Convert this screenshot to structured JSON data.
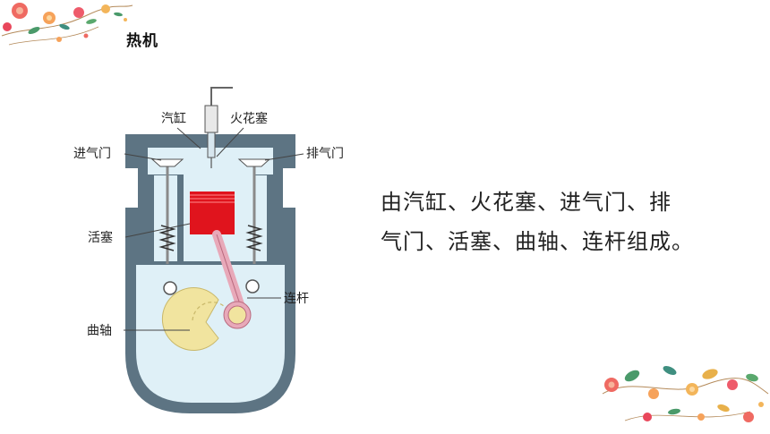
{
  "slide": {
    "title": "热机"
  },
  "diagram": {
    "labels": {
      "cylinder": "汽缸",
      "spark_plug": "火花塞",
      "intake_valve": "进气门",
      "exhaust_valve": "排气门",
      "piston": "活塞",
      "connecting_rod": "连杆",
      "crankshaft": "曲轴"
    },
    "colors": {
      "engine_body": "#5d7483",
      "engine_interior": "#dff0f7",
      "piston": "#e0141d",
      "crank": "#f1e49f",
      "connecting_rod": "#e8a9b9",
      "leader_line": "#444444"
    }
  },
  "description": {
    "line1": "由汽缸、火花塞、进气门、排",
    "line2": "气门、活塞、曲轴、连杆组成。"
  },
  "decor": {
    "icons": [
      "floral-corner-icon",
      "floral-corner-icon"
    ]
  }
}
